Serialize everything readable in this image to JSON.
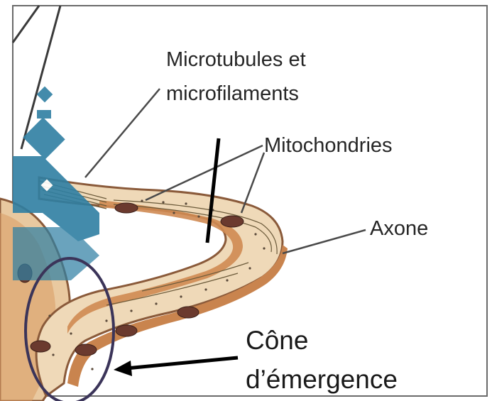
{
  "labels": {
    "microtubules_line1": "Microtubules et",
    "microtubules_line2": "microfilaments",
    "mitochondries": "Mitochondries",
    "axone": "Axone",
    "cone_line1": "Cône",
    "cone_line2": "d’émergence"
  },
  "colors": {
    "axon_body": "#efd9b8",
    "axon_core": "#cf8a52",
    "mitochondria": "#6b3a2e",
    "highlight_circle": "#3b3459",
    "watermark": "#2f7fa3",
    "frame": "#555555"
  }
}
